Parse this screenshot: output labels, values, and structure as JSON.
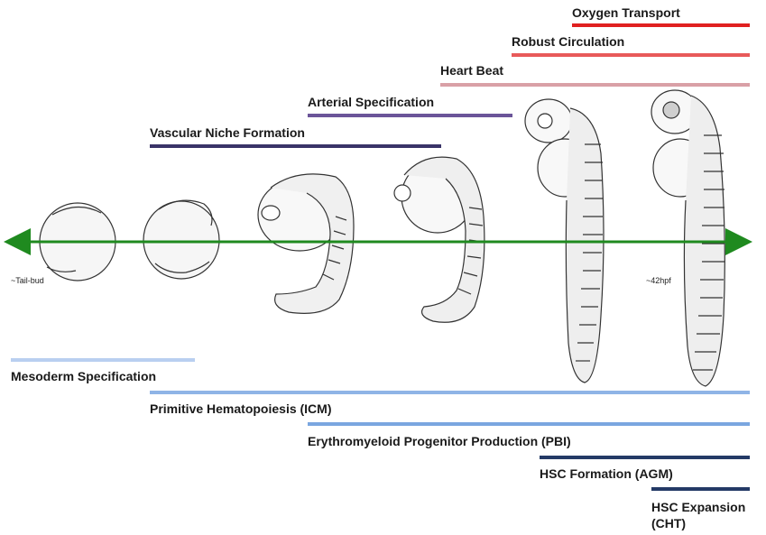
{
  "colors": {
    "oxygen": "#e02020",
    "circulation": "#e85a5a",
    "heart": "#d9a0a6",
    "arterial": "#6b5599",
    "niche": "#3a3468",
    "mesoderm": "#b9cff0",
    "primitive": "#8fb4e6",
    "emp": "#7aa6e0",
    "hsc": "#243a66",
    "axis": "#1f8a1f"
  },
  "top_processes": [
    {
      "id": "oxygen",
      "label": "Oxygen Transport"
    },
    {
      "id": "circulation",
      "label": "Robust Circulation"
    },
    {
      "id": "heart",
      "label": "Heart Beat"
    },
    {
      "id": "arterial",
      "label": "Arterial Specification"
    },
    {
      "id": "niche",
      "label": "Vascular Niche Formation"
    }
  ],
  "bottom_processes": [
    {
      "id": "mesoderm",
      "label": "Mesoderm Specification"
    },
    {
      "id": "primitive",
      "label": "Primitive Hematopoiesis (ICM)"
    },
    {
      "id": "emp",
      "label": "Erythromyeloid Progenitor Production (PBI)"
    },
    {
      "id": "hsc-formation",
      "label": "HSC Formation (AGM)"
    },
    {
      "id": "hsc-expansion",
      "label": "HSC Expansion",
      "label2": "(CHT)"
    }
  ],
  "timeline": {
    "start_label": "~Tail-bud",
    "end_label": "~42hpf"
  },
  "embryo_stages": [
    "tail-bud",
    "early-somite",
    "segmentation-early",
    "segmentation-late",
    "pharyngula-early",
    "pharyngula-42hpf"
  ]
}
